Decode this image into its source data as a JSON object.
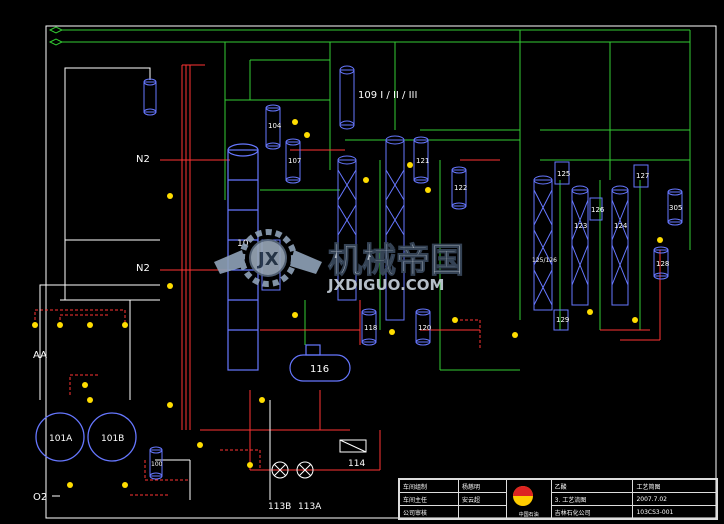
{
  "diagram": {
    "equipment": {
      "t109": "109 I / II / III",
      "t101a": "101A",
      "t101b": "101B",
      "t116": "116",
      "t114": "114",
      "t113b": "113B",
      "t113a": "113A",
      "t104": "104",
      "t107": "107",
      "t10": "10",
      "t118": "118",
      "t120": "120",
      "t121": "121",
      "t122": "122",
      "t123": "123",
      "t124": "124",
      "t125": "125",
      "t126": "126",
      "t127": "127",
      "t128": "128",
      "t305": "305",
      "t100": "100",
      "t129": "129",
      "t125_126": "125/126"
    },
    "streams": {
      "n2_top": "N2",
      "n2_mid": "N2",
      "aa": "AA",
      "o2": "O2"
    },
    "colors": {
      "background": "#000000",
      "process_green": "#33cc33",
      "utility_red": "#ff3333",
      "equipment_blue": "#6677ff",
      "instrument_yellow": "#ffdd00",
      "line_white": "#ffffff"
    }
  },
  "watermark": {
    "title": "机械帝国",
    "url": "JXDIGUO.COM"
  },
  "title_block": {
    "r1c1": "车间组制",
    "r1c2": "杨慈明",
    "r1c4": "乙酸",
    "r1c5": "工艺简图",
    "r2c1": "车间主任",
    "r2c2": "安云超",
    "r2c4": "3. 工艺流图",
    "r2c5": "2007.7.02",
    "r3c1": "公司审核",
    "r3c4": "吉林石化公司",
    "r3c5": "103CS3-001",
    "logo_caption": "中国石油"
  }
}
